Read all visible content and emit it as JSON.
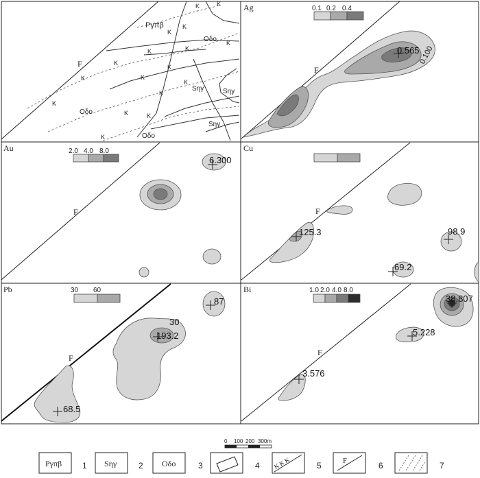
{
  "panels": {
    "geology": {
      "fault": "F",
      "units": {
        "pgb": "Pγπβ",
        "odo1": "Oδo",
        "odo2": "Oδo",
        "odo3": "Oδo",
        "sg1": "Sηγ",
        "sg2": "Sηγ",
        "sg3": "Sηγ"
      },
      "k": "K"
    },
    "ag": {
      "label": "Ag",
      "fault": "F",
      "legend": [
        "0.1",
        "0.2",
        "0.4"
      ],
      "max": "0.565",
      "contour": "0.100"
    },
    "au": {
      "label": "Au",
      "legend": [
        "2.0",
        "4.0",
        "8.0"
      ],
      "fault": "F",
      "max": "6.300"
    },
    "cu": {
      "label": "Cu",
      "fault": "F",
      "values": [
        "125.3",
        "98.9",
        "69.2"
      ]
    },
    "pb": {
      "label": "Pb",
      "legend": [
        "30",
        "60"
      ],
      "fault": "F",
      "values": [
        "87",
        "193.2",
        "68.5"
      ],
      "contour": "30"
    },
    "bi": {
      "label": "Bi",
      "legend": [
        "1.0",
        "2.0",
        "4.0",
        "8.0"
      ],
      "fault": "F",
      "values": [
        "38.807",
        "5.228",
        "3.576"
      ]
    }
  },
  "scale": {
    "ticks": [
      "0",
      "100",
      "200",
      "300m"
    ]
  },
  "legend": {
    "items": [
      {
        "symbol": "Pγπβ",
        "num": "1"
      },
      {
        "symbol": "Sηγ",
        "num": "2"
      },
      {
        "symbol": "Oδo",
        "num": "3"
      },
      {
        "symbol": "",
        "num": "4"
      },
      {
        "symbol": "K K K",
        "num": "5"
      },
      {
        "symbol": "F",
        "num": "6"
      },
      {
        "symbol": "",
        "num": "7"
      }
    ]
  },
  "colors": {
    "c1": "#d6d6d6",
    "c2": "#a9a9a9",
    "c3": "#7a7a7a",
    "c4": "#3c3c3c"
  }
}
